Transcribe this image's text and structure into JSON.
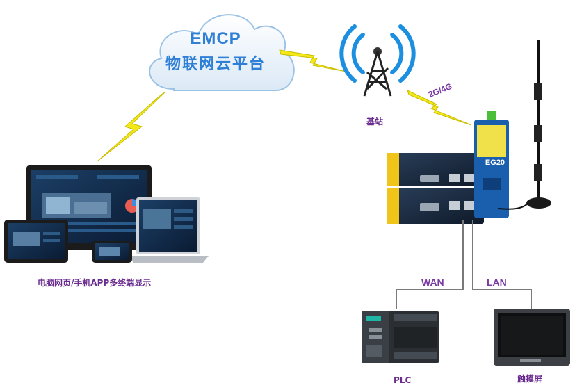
{
  "cloud": {
    "title": "EMCP",
    "subtitle": "物联网云平台"
  },
  "base_station": {
    "label": "基站"
  },
  "network_tag": "2G/4G",
  "gateway": {
    "model": "EG20"
  },
  "display": {
    "label": "电脑网页/手机APP多终端显示"
  },
  "links": {
    "wan": "WAN",
    "lan": "LAN"
  },
  "devices": {
    "plc": "PLC",
    "touchscreen": "触摸屏"
  },
  "colors": {
    "cloud_text": "#2f7fd6",
    "label_purple": "#6a2c8f",
    "lightning": "#f2e81a",
    "signal_blue": "#1c8fe0",
    "gateway_blue": "#1a5fae"
  },
  "icons": [
    "cloud-icon",
    "lightning-icon",
    "cell-tower-icon",
    "router-icon",
    "antenna-icon",
    "devices-icon",
    "plc-icon",
    "touchscreen-icon"
  ]
}
